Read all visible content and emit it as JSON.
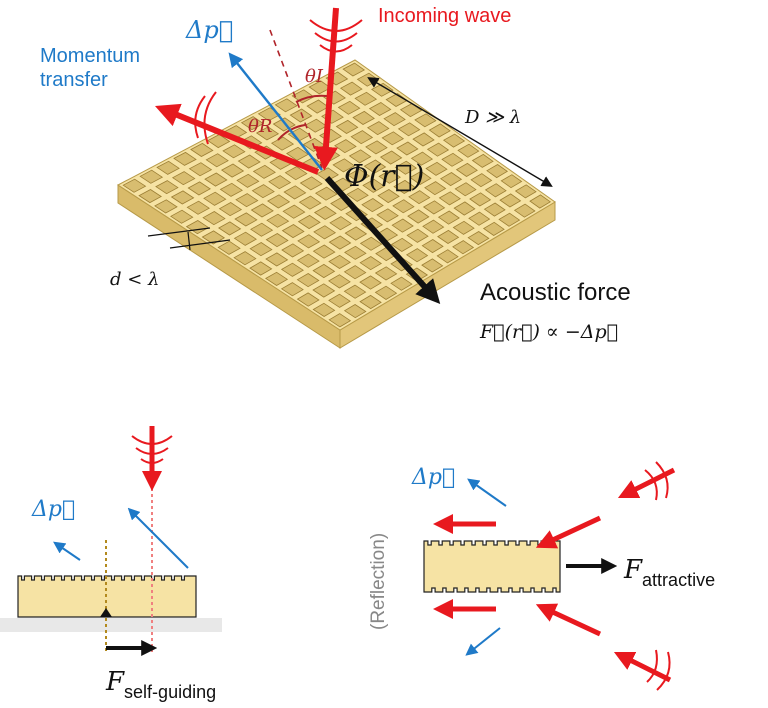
{
  "top": {
    "incoming_wave": "Incoming wave",
    "momentum_label": "Momentum\ntransfer",
    "delta_p": "Δp⃗",
    "theta_i": "θI",
    "theta_r": "θR",
    "phase": "Φ(r⃗)",
    "size_relation": "D ≫ λ",
    "cell_relation": "d < λ",
    "force_title": "Acoustic force",
    "force_formula": "F⃗(r⃗) ∝ −Δp⃗"
  },
  "bottom_left": {
    "delta_p": "Δp⃗",
    "force_label_main": "F",
    "force_label_sub": "self-guiding"
  },
  "bottom_right": {
    "delta_p": "Δp⃗",
    "reflection_label": "(Reflection)",
    "force_label_main": "F",
    "force_label_sub": "attractive"
  },
  "colors": {
    "wave_red": "#e8191f",
    "momentum_blue": "#1f7ac8",
    "plate_fill": "#f6e3a4",
    "plate_edge": "#b79a48",
    "force_black": "#111111",
    "theta_red": "#b0242a"
  }
}
